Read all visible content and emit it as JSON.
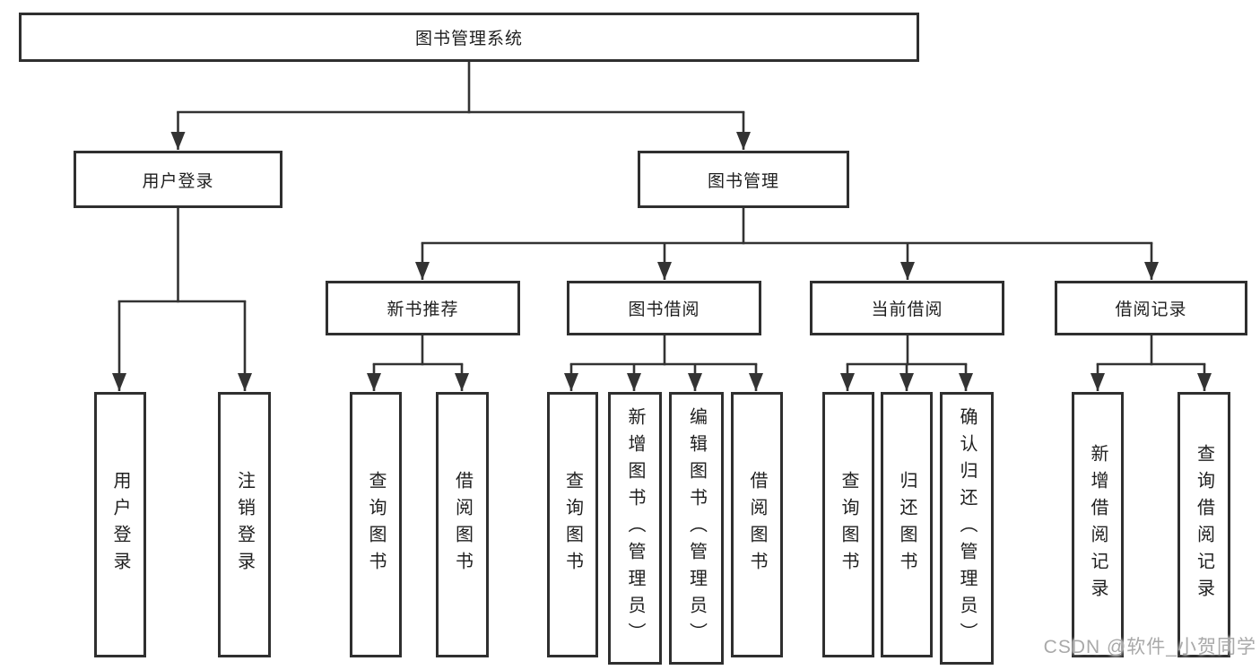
{
  "theme": {
    "line_color": "#333333",
    "border_color": "#2f2f2f",
    "text_color": "#1f1f1f",
    "watermark_color": "#a9a9a9",
    "background": "#ffffff"
  },
  "watermark": {
    "text": "CSDN @软件_小贺同学"
  },
  "tree": {
    "root": {
      "label": "图书管理系统",
      "children": [
        {
          "label": "用户登录",
          "children": [
            {
              "label": "用户登录"
            },
            {
              "label": "注销登录"
            }
          ]
        },
        {
          "label": "图书管理",
          "children": [
            {
              "label": "新书推荐",
              "children": [
                {
                  "label": "查询图书"
                },
                {
                  "label": "借阅图书"
                }
              ]
            },
            {
              "label": "图书借阅",
              "children": [
                {
                  "label": "查询图书"
                },
                {
                  "label": "新增图书（管理员）"
                },
                {
                  "label": "编辑图书（管理员）"
                },
                {
                  "label": "借阅图书"
                }
              ]
            },
            {
              "label": "当前借阅",
              "children": [
                {
                  "label": "查询图书"
                },
                {
                  "label": "归还图书"
                },
                {
                  "label": "确认归还（管理员）"
                }
              ]
            },
            {
              "label": "借阅记录",
              "children": [
                {
                  "label": "新增借阅记录"
                },
                {
                  "label": "查询借阅记录"
                }
              ]
            }
          ]
        }
      ]
    }
  }
}
